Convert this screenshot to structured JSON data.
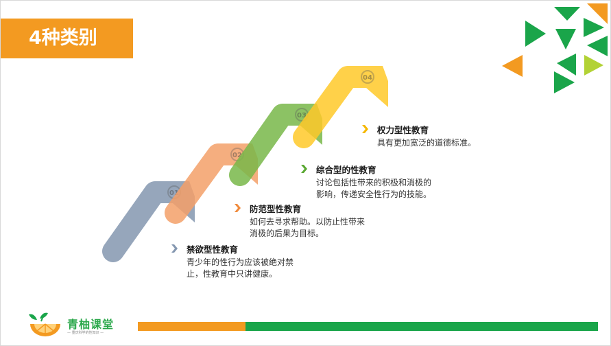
{
  "title": "4种类别",
  "steps": [
    {
      "num": "01",
      "heading": "禁欲型性教育",
      "lines": [
        "青少年的性行为应该被绝对禁",
        "止，性教育中只讲健康。"
      ],
      "color": "#8497b0",
      "chev": "#8497b0"
    },
    {
      "num": "02",
      "heading": "防范型性教育",
      "lines": [
        "如何去寻求帮助。以防止性带来",
        "消极的后果为目标。"
      ],
      "color": "#f4a069",
      "chev": "#f08a3c"
    },
    {
      "num": "03",
      "heading": "综合型的性教育",
      "lines": [
        "讨论包括性带来的积极和消极的",
        "影响，传递安全性行为的技能。"
      ],
      "color": "#79b84a",
      "chev": "#5aa832"
    },
    {
      "num": "04",
      "heading": "权力型性教育",
      "lines": [
        "具有更加宽泛的道德标准。"
      ],
      "color": "#ffc92a",
      "chev": "#f5b800"
    }
  ],
  "logo": {
    "name": "青柚课堂",
    "sub": "— 重庆科学的性知识 —"
  },
  "colors": {
    "accent_orange": "#f39a21",
    "accent_green": "#1aa54a"
  }
}
